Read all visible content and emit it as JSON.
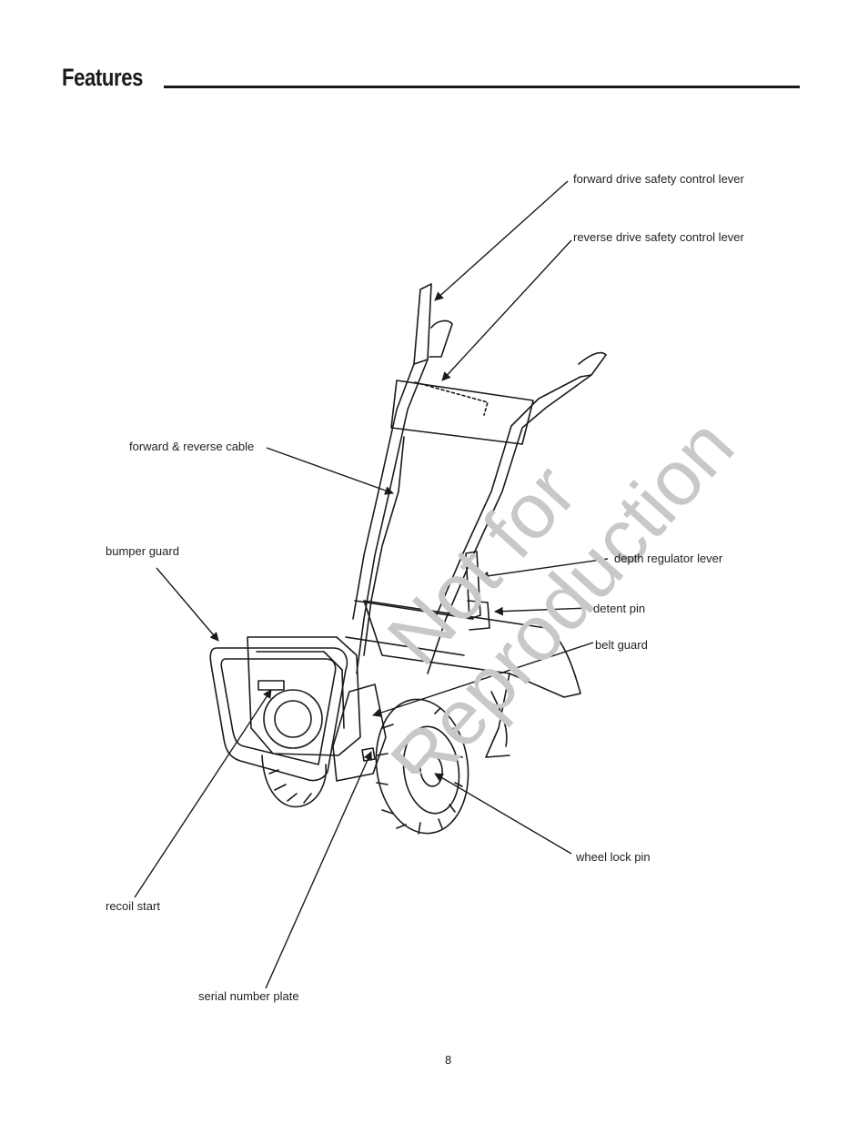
{
  "header": {
    "title": "Features"
  },
  "watermark": {
    "line1": "Not for",
    "line2": "Reproduction"
  },
  "callouts": {
    "forward_drive_safety_control_lever": "forward drive safety control lever",
    "reverse_drive_safety_control_lever": "reverse drive safety control lever",
    "forward_reverse_cable": "forward & reverse cable",
    "bumper_guard": "bumper guard",
    "depth_regulator_lever": "depth regulator lever",
    "detent_pin": "detent pin",
    "belt_guard": "belt guard",
    "wheel_lock_pin": "wheel lock pin",
    "recoil_start": "recoil start",
    "serial_number_plate": "serial number plate"
  },
  "footer": {
    "page_number": "8"
  }
}
